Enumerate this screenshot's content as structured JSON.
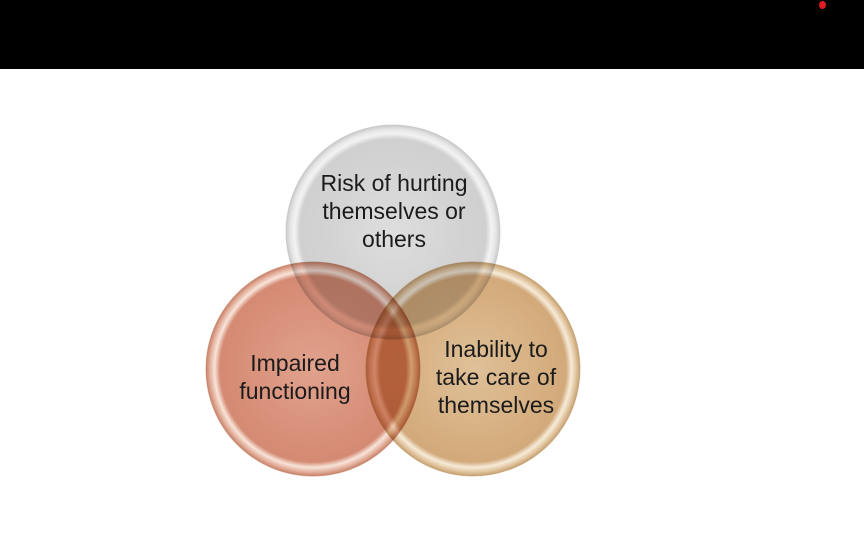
{
  "window": {
    "top_bar_color": "#000000",
    "record_dot_color": "#e01b22"
  },
  "diagram": {
    "type": "venn",
    "background": "#ffffff",
    "text_color": "#1b1b1b",
    "circles": [
      {
        "id": "risk",
        "label": "Risk of hurting\nthemselves or\nothers",
        "color": "#d3d3d4"
      },
      {
        "id": "impaired",
        "label": "Impaired\nfunctioning",
        "color": "#d9917b"
      },
      {
        "id": "inability",
        "label": "Inability to\ntake care of\nthemselves",
        "color": "#d7b183"
      }
    ]
  }
}
